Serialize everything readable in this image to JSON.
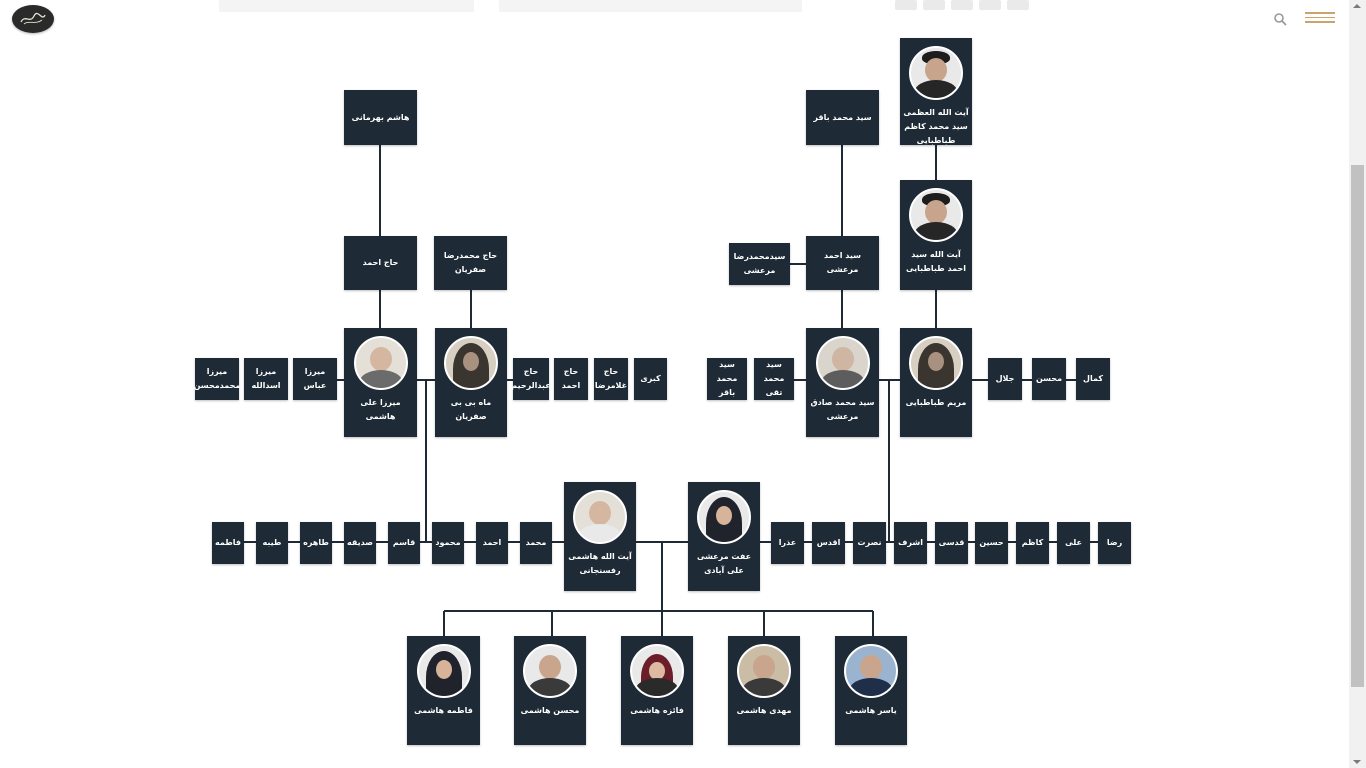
{
  "header": {
    "logo": "calligraphy-seal-logo",
    "icons": [
      "search-icon",
      "hamburger-menu-icon"
    ],
    "accent_color": "#c9a46c"
  },
  "tree": {
    "box_color": "#1e2a36",
    "line_color": "#1e2a36",
    "hashem_bahremani": "هاشم بهرمانی",
    "haj_ahmad": "حاج احمد",
    "haj_mohammadreza_safarian": "حاج محمدرضا صفریان",
    "mirza_ali_hashemi": "میرزا علی هاشمی",
    "mah_bibi_safarian": "ماه بی بی صفریان",
    "mirza_abbas": "میرزا عباس",
    "mirza_asadollah": "میرزا اسدالله",
    "mirza_mohammad_mohsen": "میرزا محمدمحسن",
    "haj_abdolrahim": "حاج عبدالرحیم",
    "haj_ahmad_sibling": "حاج احمد",
    "haj_gholamreza": "حاج غلامرضا",
    "kobra": "کبری",
    "seyed_mohammad_bagher": "سید محمد باقر",
    "seyed_ahmad_marashi": "سید احمد مرعشی",
    "seyed_mohammadreza_marashi": "سیدمحمدرضا مرعشی",
    "seyed_mohammad_sadegh_marashi": "سید محمد صادق مرعشی",
    "seyed_mohammad_taghi": "سید محمد تقی",
    "seyed_mohammad_bagher_sibling": "سید محمد باقر",
    "ayatollah_kazem_tabatabaei": "آیت الله العظمی سید محمد کاظم طباطبایی",
    "ayatollah_ahmad_tabatabaei": "آیت الله سید احمد طباطبایی",
    "maryam_tabatabaei": "مریم طباطبایی",
    "jalal": "جلال",
    "mohsen_sibling": "محسن",
    "kamal": "کمال",
    "ayatollah_hashemi_rafsanjani": "آیت الله هاشمی رفسنجانی",
    "effat_marashi": "عفت مرعشی علی آبادی",
    "brothers_left": [
      "محمد",
      "احمد",
      "محمود",
      "قاسم",
      "صدیقه",
      "طاهره",
      "طیبه",
      "فاطمه"
    ],
    "siblings_right": [
      "عذرا",
      "اقدس",
      "نصرت",
      "اشرف",
      "قدسی",
      "حسین",
      "کاظم",
      "علی",
      "رضا"
    ],
    "children": [
      "فاطمه هاشمی",
      "محسن هاشمی",
      "فائزه هاشمی",
      "مهدی هاشمی",
      "یاسر هاشمی"
    ]
  }
}
